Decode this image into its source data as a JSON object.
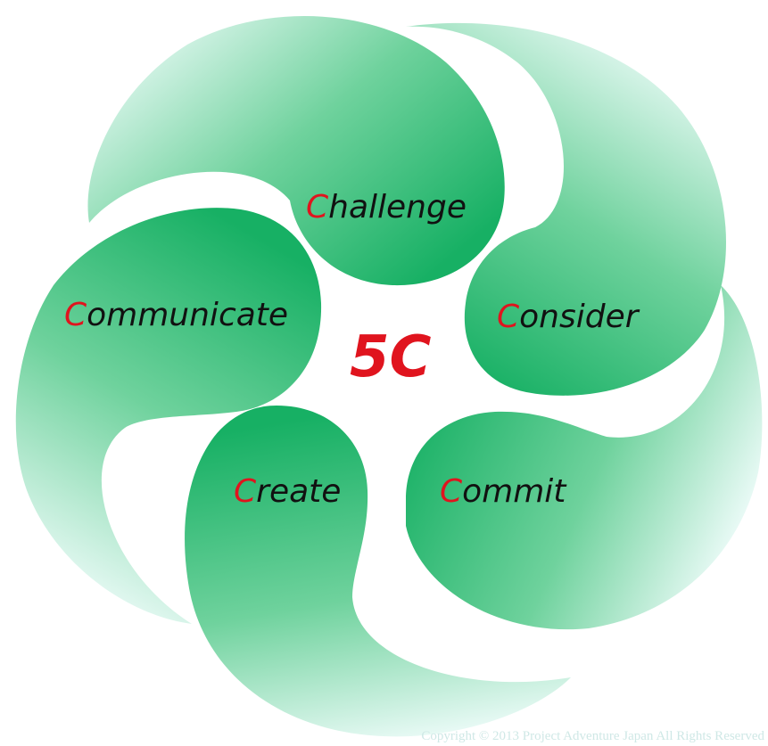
{
  "diagram": {
    "center_label": "5C",
    "petals": [
      {
        "id": "challenge",
        "initial": "C",
        "rest": "hallenge"
      },
      {
        "id": "consider",
        "initial": "C",
        "rest": "onsider"
      },
      {
        "id": "commit",
        "initial": "C",
        "rest": "ommit"
      },
      {
        "id": "create",
        "initial": "C",
        "rest": "reate"
      },
      {
        "id": "communicate",
        "initial": "C",
        "rest": "ommunicate"
      }
    ],
    "colors": {
      "petal_dark": "#17b064",
      "petal_light": "#e9fbf8",
      "initial_red": "#e0141e"
    }
  },
  "footer": {
    "copyright": "Copyright © 2013 Project Adventure Japan All Rights Reserved"
  }
}
